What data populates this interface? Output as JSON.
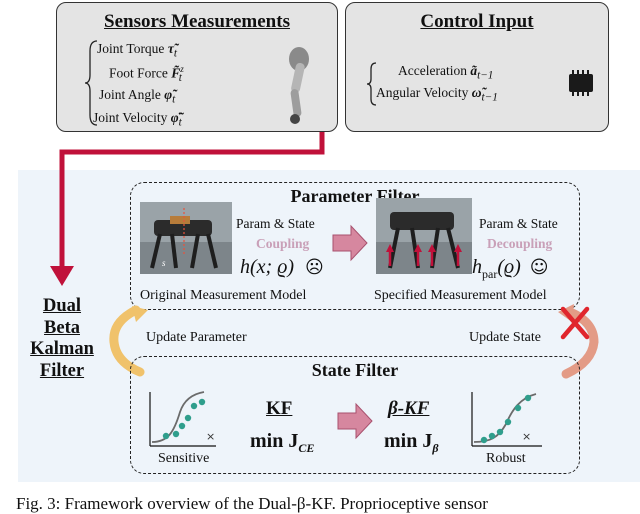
{
  "sensors": {
    "title": "Sensors Measurements",
    "items": [
      {
        "label": "Joint Torque",
        "symbol": "τ̃",
        "sub": "t"
      },
      {
        "label": "Foot Force",
        "symbol": "F̃",
        "sub": "t",
        "sup": "z"
      },
      {
        "label": "Joint Angle",
        "symbol": "φ̃",
        "sub": "t"
      },
      {
        "label": "Joint Velocity",
        "symbol": "φ̃̇",
        "sub": "t"
      }
    ]
  },
  "control": {
    "title": "Control Input",
    "items": [
      {
        "label": "Acceleration",
        "symbol": "ã",
        "sub": "t−1"
      },
      {
        "label": "Angular Velocity",
        "symbol": "ω̃",
        "sub": "t−1"
      }
    ]
  },
  "side_label": [
    "Dual",
    "Beta",
    "Kalman",
    "Filter"
  ],
  "parameter_filter": {
    "title": "Parameter Filter",
    "left": {
      "line1": "Param & State",
      "line2": "Coupling",
      "formula": "h(x; ϱ)",
      "emoji": "☹",
      "caption": "Original Measurement Model"
    },
    "right": {
      "line1": "Param & State",
      "line2": "Decoupling",
      "formula_base": "h",
      "formula_sub": "par",
      "formula_arg": "(ϱ)",
      "emoji": "☺",
      "caption": "Specified Measurement Model"
    }
  },
  "update_parameter": "Update Parameter",
  "update_state": "Update State",
  "state_filter": {
    "title": "State Filter",
    "left": {
      "method": "KF",
      "objective": "min J",
      "objective_sub": "CE",
      "caption": "Sensitive"
    },
    "right": {
      "method": "β-KF",
      "objective": "min J",
      "objective_sub": "β",
      "caption": "Robust"
    }
  },
  "figure_caption": "Fig. 3: Framework overview of the Dual-β-KF. Proprioceptive sensor",
  "colors": {
    "arrow_red": "#c0113a",
    "coupling": "#c9a0b8",
    "decoupling": "#c9a0b8",
    "dot_teal": "#2f9e8c",
    "curve_grey": "#6b6b6b",
    "orange_arrow": "#f0c26b",
    "red_x": "#e0262d"
  }
}
